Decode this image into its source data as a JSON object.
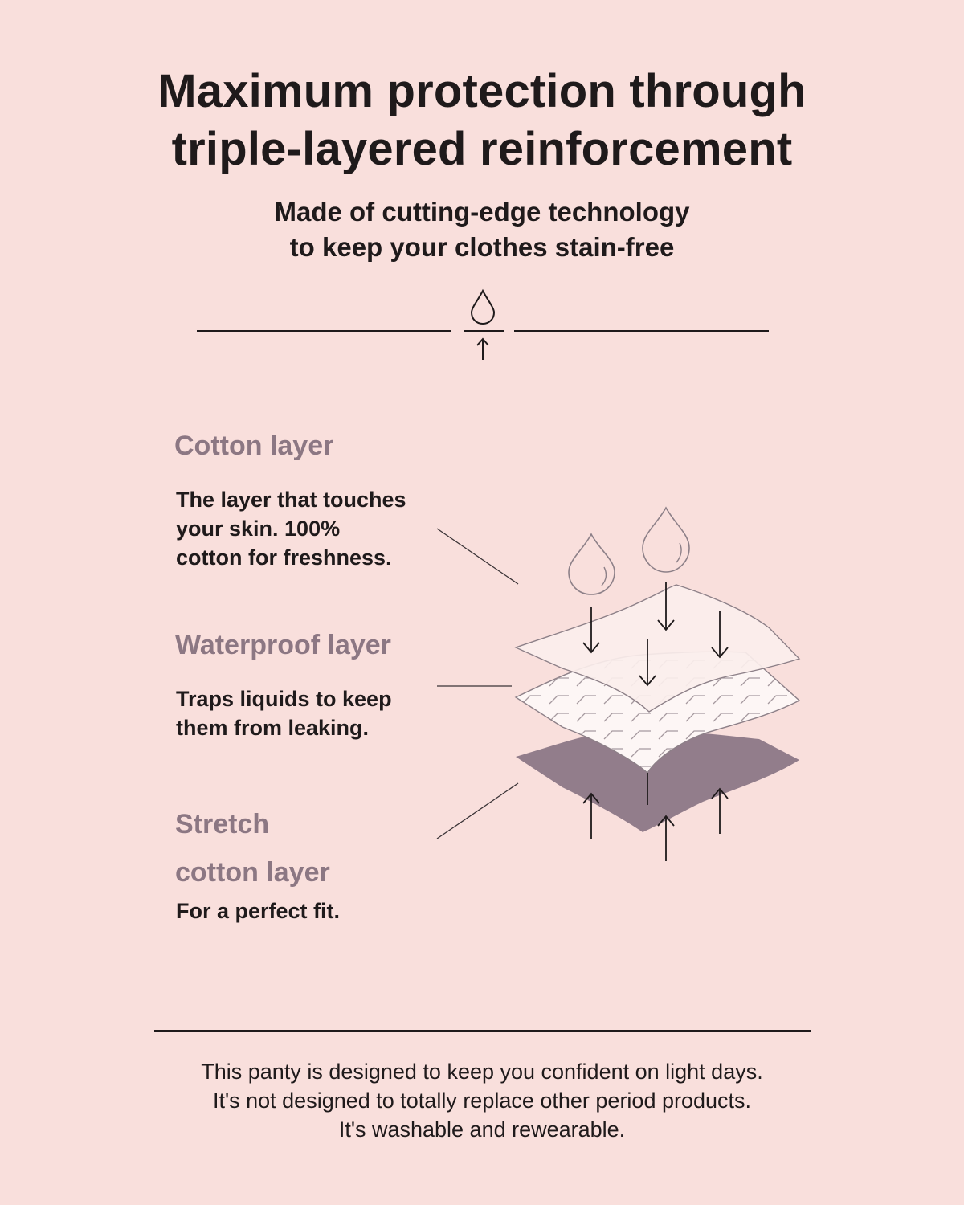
{
  "header": {
    "title_lines": [
      "Maximum protection through",
      "triple-layered reinforcement"
    ],
    "subtitle_lines": [
      "Made of cutting-edge technology",
      "to keep your clothes stain-free"
    ]
  },
  "layers": [
    {
      "title_lines": [
        "Cotton layer"
      ],
      "desc_lines": [
        "The layer that touches",
        "your skin. 100%",
        "cotton for freshness."
      ]
    },
    {
      "title_lines": [
        "Waterproof layer"
      ],
      "desc_lines": [
        "Traps liquids to keep",
        "them from leaking."
      ]
    },
    {
      "title_lines": [
        "Stretch",
        "cotton layer"
      ],
      "desc_lines": [
        "For a perfect fit."
      ]
    }
  ],
  "footer": {
    "lines": [
      "This panty is designed to keep you confident on light days.",
      "It's not designed to totally replace other period products.",
      "It's washable and rewearable."
    ]
  },
  "icons": {
    "divider": "drop-barrier-arrow-icon",
    "illustration": "layered-fabric-diagram"
  },
  "colors": {
    "background": "#f9dfdc",
    "text": "#1f1a1b",
    "accent": "#8c7783",
    "bottom_layer": "#927d8b",
    "top_layer": "#fbeeeb",
    "middle_layer": "#fdf6f5"
  }
}
